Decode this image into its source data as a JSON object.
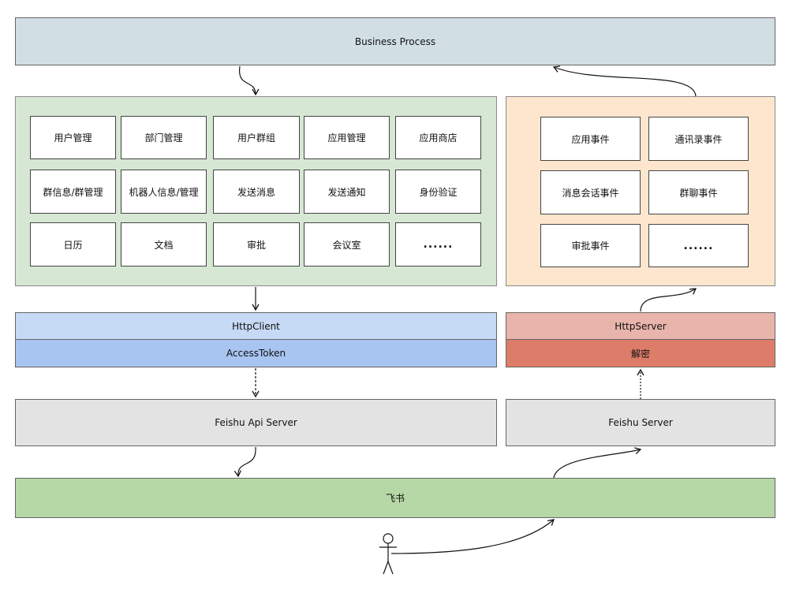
{
  "top": {
    "label": "Business Process"
  },
  "api_grid": [
    [
      "用户管理",
      "部门管理",
      "用户群组",
      "应用管理",
      "应用商店"
    ],
    [
      "群信息/群管理",
      "机器人信息/管理",
      "发送消息",
      "发送通知",
      "身份验证"
    ],
    [
      "日历",
      "文档",
      "审批",
      "会议室",
      "......"
    ]
  ],
  "event_grid": [
    [
      "应用事件",
      "通讯录事件"
    ],
    [
      "消息会话事件",
      "群聊事件"
    ],
    [
      "审批事件",
      "......"
    ]
  ],
  "left_stack": {
    "http_client": "HttpClient",
    "access_token": "AccessToken",
    "api_server": "Feishu Api Server"
  },
  "right_stack": {
    "http_server": "HttpServer",
    "decrypt": "解密",
    "server": "Feishu Server"
  },
  "bottom": {
    "label": "飞书"
  },
  "colors": {
    "top_bar": "#d1dfe5",
    "green_panel": "#d6e8d4",
    "orange_panel": "#fde6cd",
    "http_client": "#c6d9f5",
    "access_token": "#a8c4f0",
    "http_server": "#e8b4ab",
    "decrypt": "#dd7c68",
    "server_box": "#e3e3e3",
    "bottom_bar": "#b6d7a6"
  }
}
